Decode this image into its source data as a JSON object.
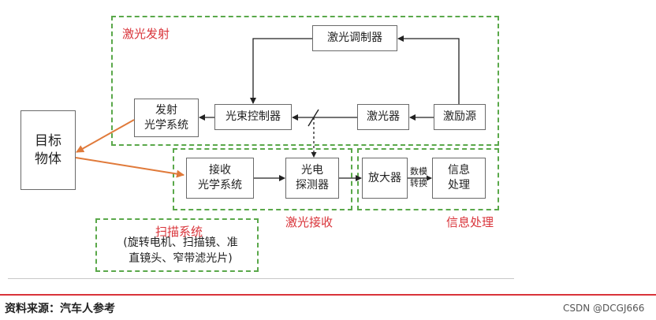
{
  "regions": {
    "emit": "激光发射",
    "receive": "激光接收",
    "info": "信息处理",
    "scan": "扫描系统"
  },
  "boxes": {
    "target": "目标\n物体",
    "modulator": "激光调制器",
    "emit_optics": "发射\n光学系统",
    "beam_ctrl": "光束控制器",
    "laser": "激光器",
    "exciter": "激励源",
    "recv_optics": "接收\n光学系统",
    "detector": "光电\n探测器",
    "amplifier": "放大器",
    "info_proc": "信息\n处理"
  },
  "labels": {
    "data_convert": "数模\n转换"
  },
  "scan_desc": "(旋转电机、扫描镜、准\n直镜头、窄带滤光片)",
  "footer": {
    "source": "资料来源：汽车人参考",
    "watermark": "CSDN @DCGJ666"
  },
  "colors": {
    "region_border": "#5aa84a",
    "region_label": "#d9343a",
    "beam_arrow": "#e07a3a"
  }
}
